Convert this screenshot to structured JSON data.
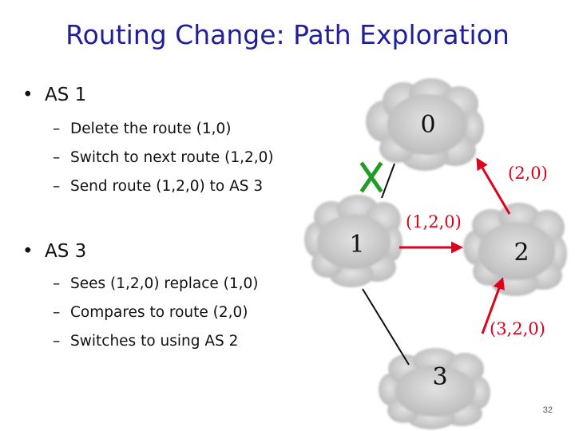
{
  "title": "Routing Change: Path Exploration",
  "as1": {
    "heading": "AS 1",
    "items": [
      "Delete the route (1,0)",
      "Switch to next route (1,2,0)",
      "Send route (1,2,0) to AS 3"
    ]
  },
  "as3": {
    "heading": "AS 3",
    "items": [
      "Sees (1,2,0) replace (1,0)",
      "Compares to route (2,0)",
      "Switches to using AS 2"
    ]
  },
  "diagram": {
    "nodes": [
      "0",
      "1",
      "2",
      "3"
    ],
    "edge_labels": {
      "e20": "(2,0)",
      "e12": "(1,2,0)",
      "e32": "(3,2,0)"
    },
    "colors": {
      "arrow": "#e0001b",
      "cross": "#1f9d24",
      "cloud": "#c9c9c9"
    }
  },
  "page_number": "32"
}
